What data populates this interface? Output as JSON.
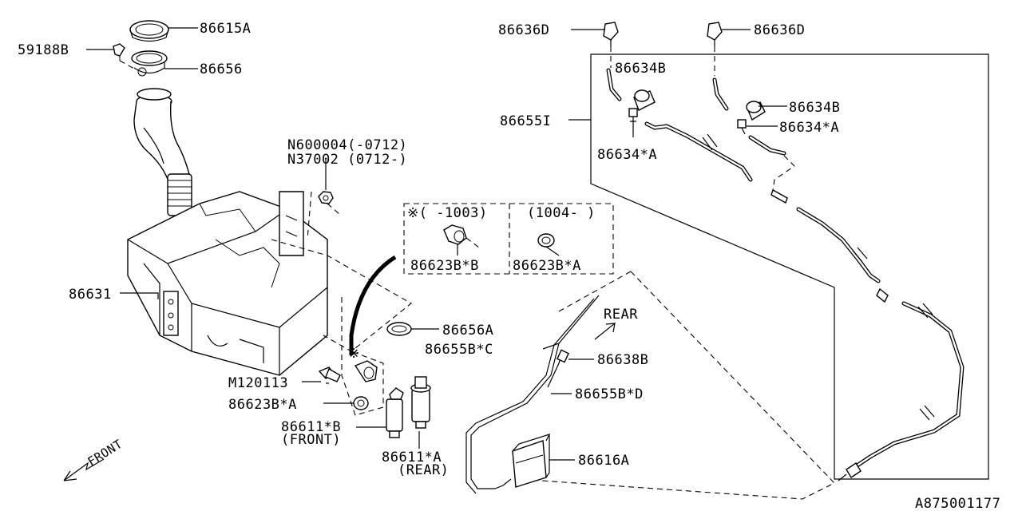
{
  "diagram_id": "A875001177",
  "labels": {
    "l_86615A": "86615A",
    "l_59188B": "59188B",
    "l_86656": "86656",
    "l_N600004": "N600004(-0712)",
    "l_N37002": "N37002 (0712-)",
    "l_86631": "86631",
    "l_M120113": "M120113",
    "l_86623BA_left": "86623B*A",
    "l_86611B": "86611*B",
    "l_front_paren": "(FRONT)",
    "l_86611A": "86611*A",
    "l_rear_paren": "(REAR)",
    "l_box_left_date": "※(  -1003)",
    "l_box_right_date": "(1004-  )",
    "l_86623BB_box": "86623B*B",
    "l_86623BA_box": "86623B*A",
    "l_86656A": "86656A",
    "l_86655BC": "86655B*C",
    "l_86638B": "86638B",
    "l_86655BD": "86655B*D",
    "l_86616A": "86616A",
    "l_rear_arrow": "REAR",
    "l_86636D_left": "86636D",
    "l_86636D_right": "86636D",
    "l_86634B_top": "86634B",
    "l_86634B_right": "86634B",
    "l_86655I": "86655I",
    "l_86634A_right": "86634*A",
    "l_86634A_left": "86634*A",
    "l_front_arrow": "FRONT",
    "l_ref_mark": "※"
  }
}
